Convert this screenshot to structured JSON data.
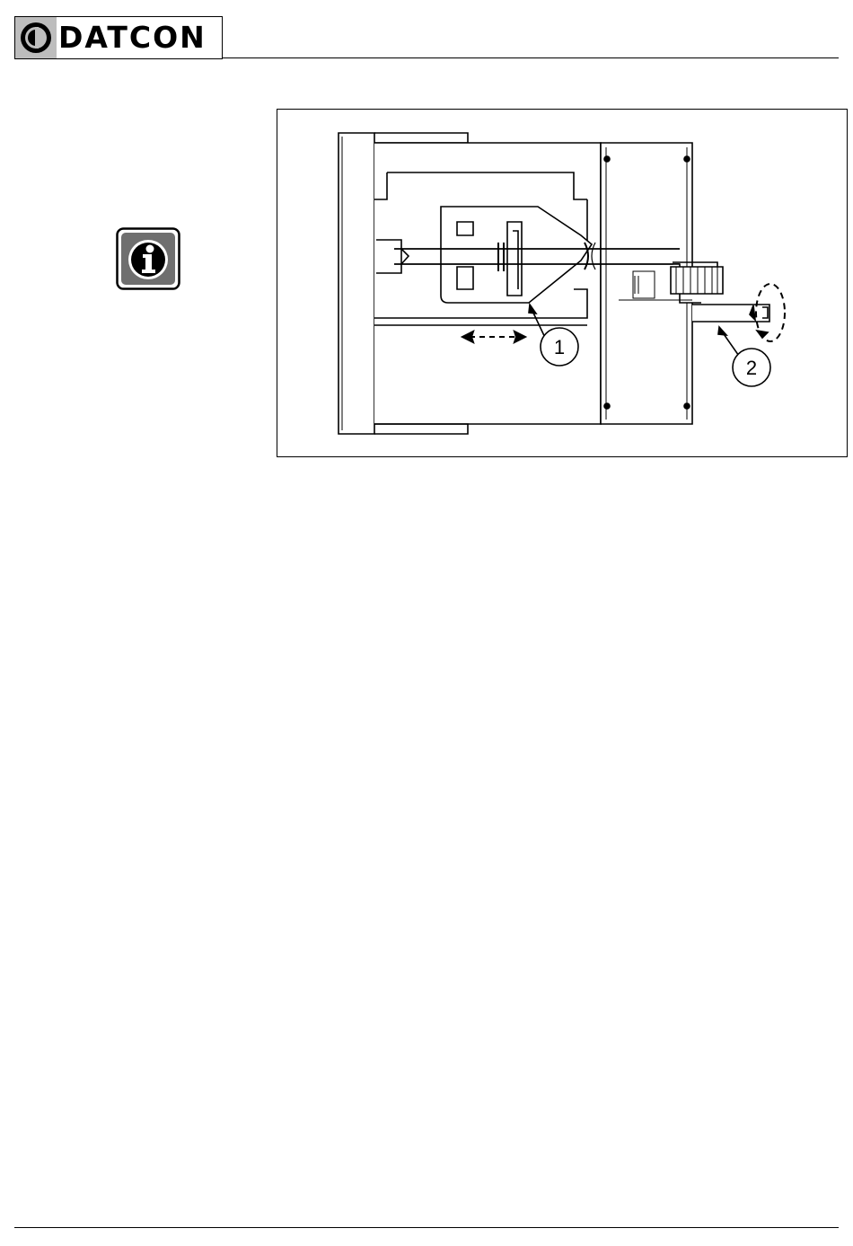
{
  "header": {
    "logo_text": "DATCON",
    "logo_icon": "datcon-logo-icon"
  },
  "note": {
    "icon": "info-icon"
  },
  "figure": {
    "callouts": [
      {
        "label": "1"
      },
      {
        "label": "2"
      }
    ]
  }
}
